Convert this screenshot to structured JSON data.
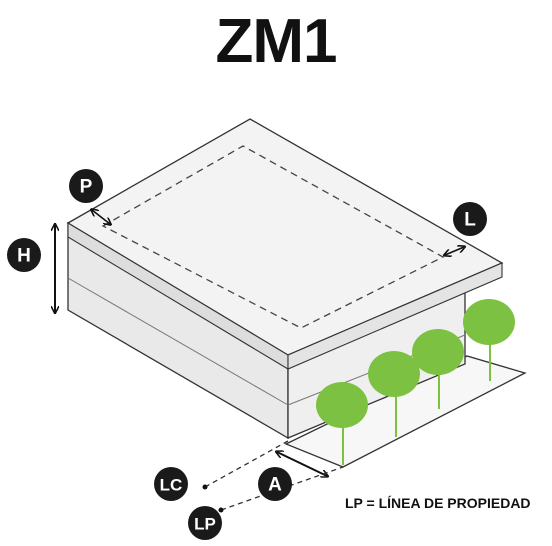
{
  "title": "ZM1",
  "labels": {
    "height": "H",
    "front_setback": "P",
    "side_setback": "L",
    "width": "A",
    "construction_line": "LC",
    "property_line": "LP"
  },
  "legend": "LP = LÍNEA DE PROPIEDAD",
  "colors": {
    "roof": "#f2f2f2",
    "wall_left": "#e8e8e8",
    "wall_front": "#ececec",
    "edge": "#333333",
    "badge": "#1a1a1a",
    "tree": "#7cc142"
  }
}
